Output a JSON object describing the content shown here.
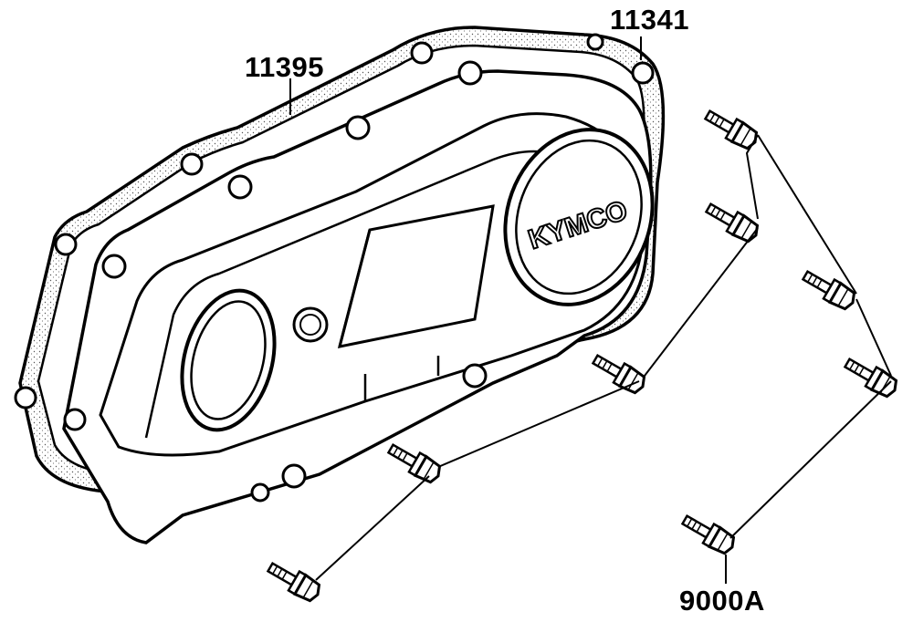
{
  "labels": {
    "gasket": "11395",
    "cover": "11341",
    "bolt": "9000A"
  },
  "logo_text": "KYMCO"
}
